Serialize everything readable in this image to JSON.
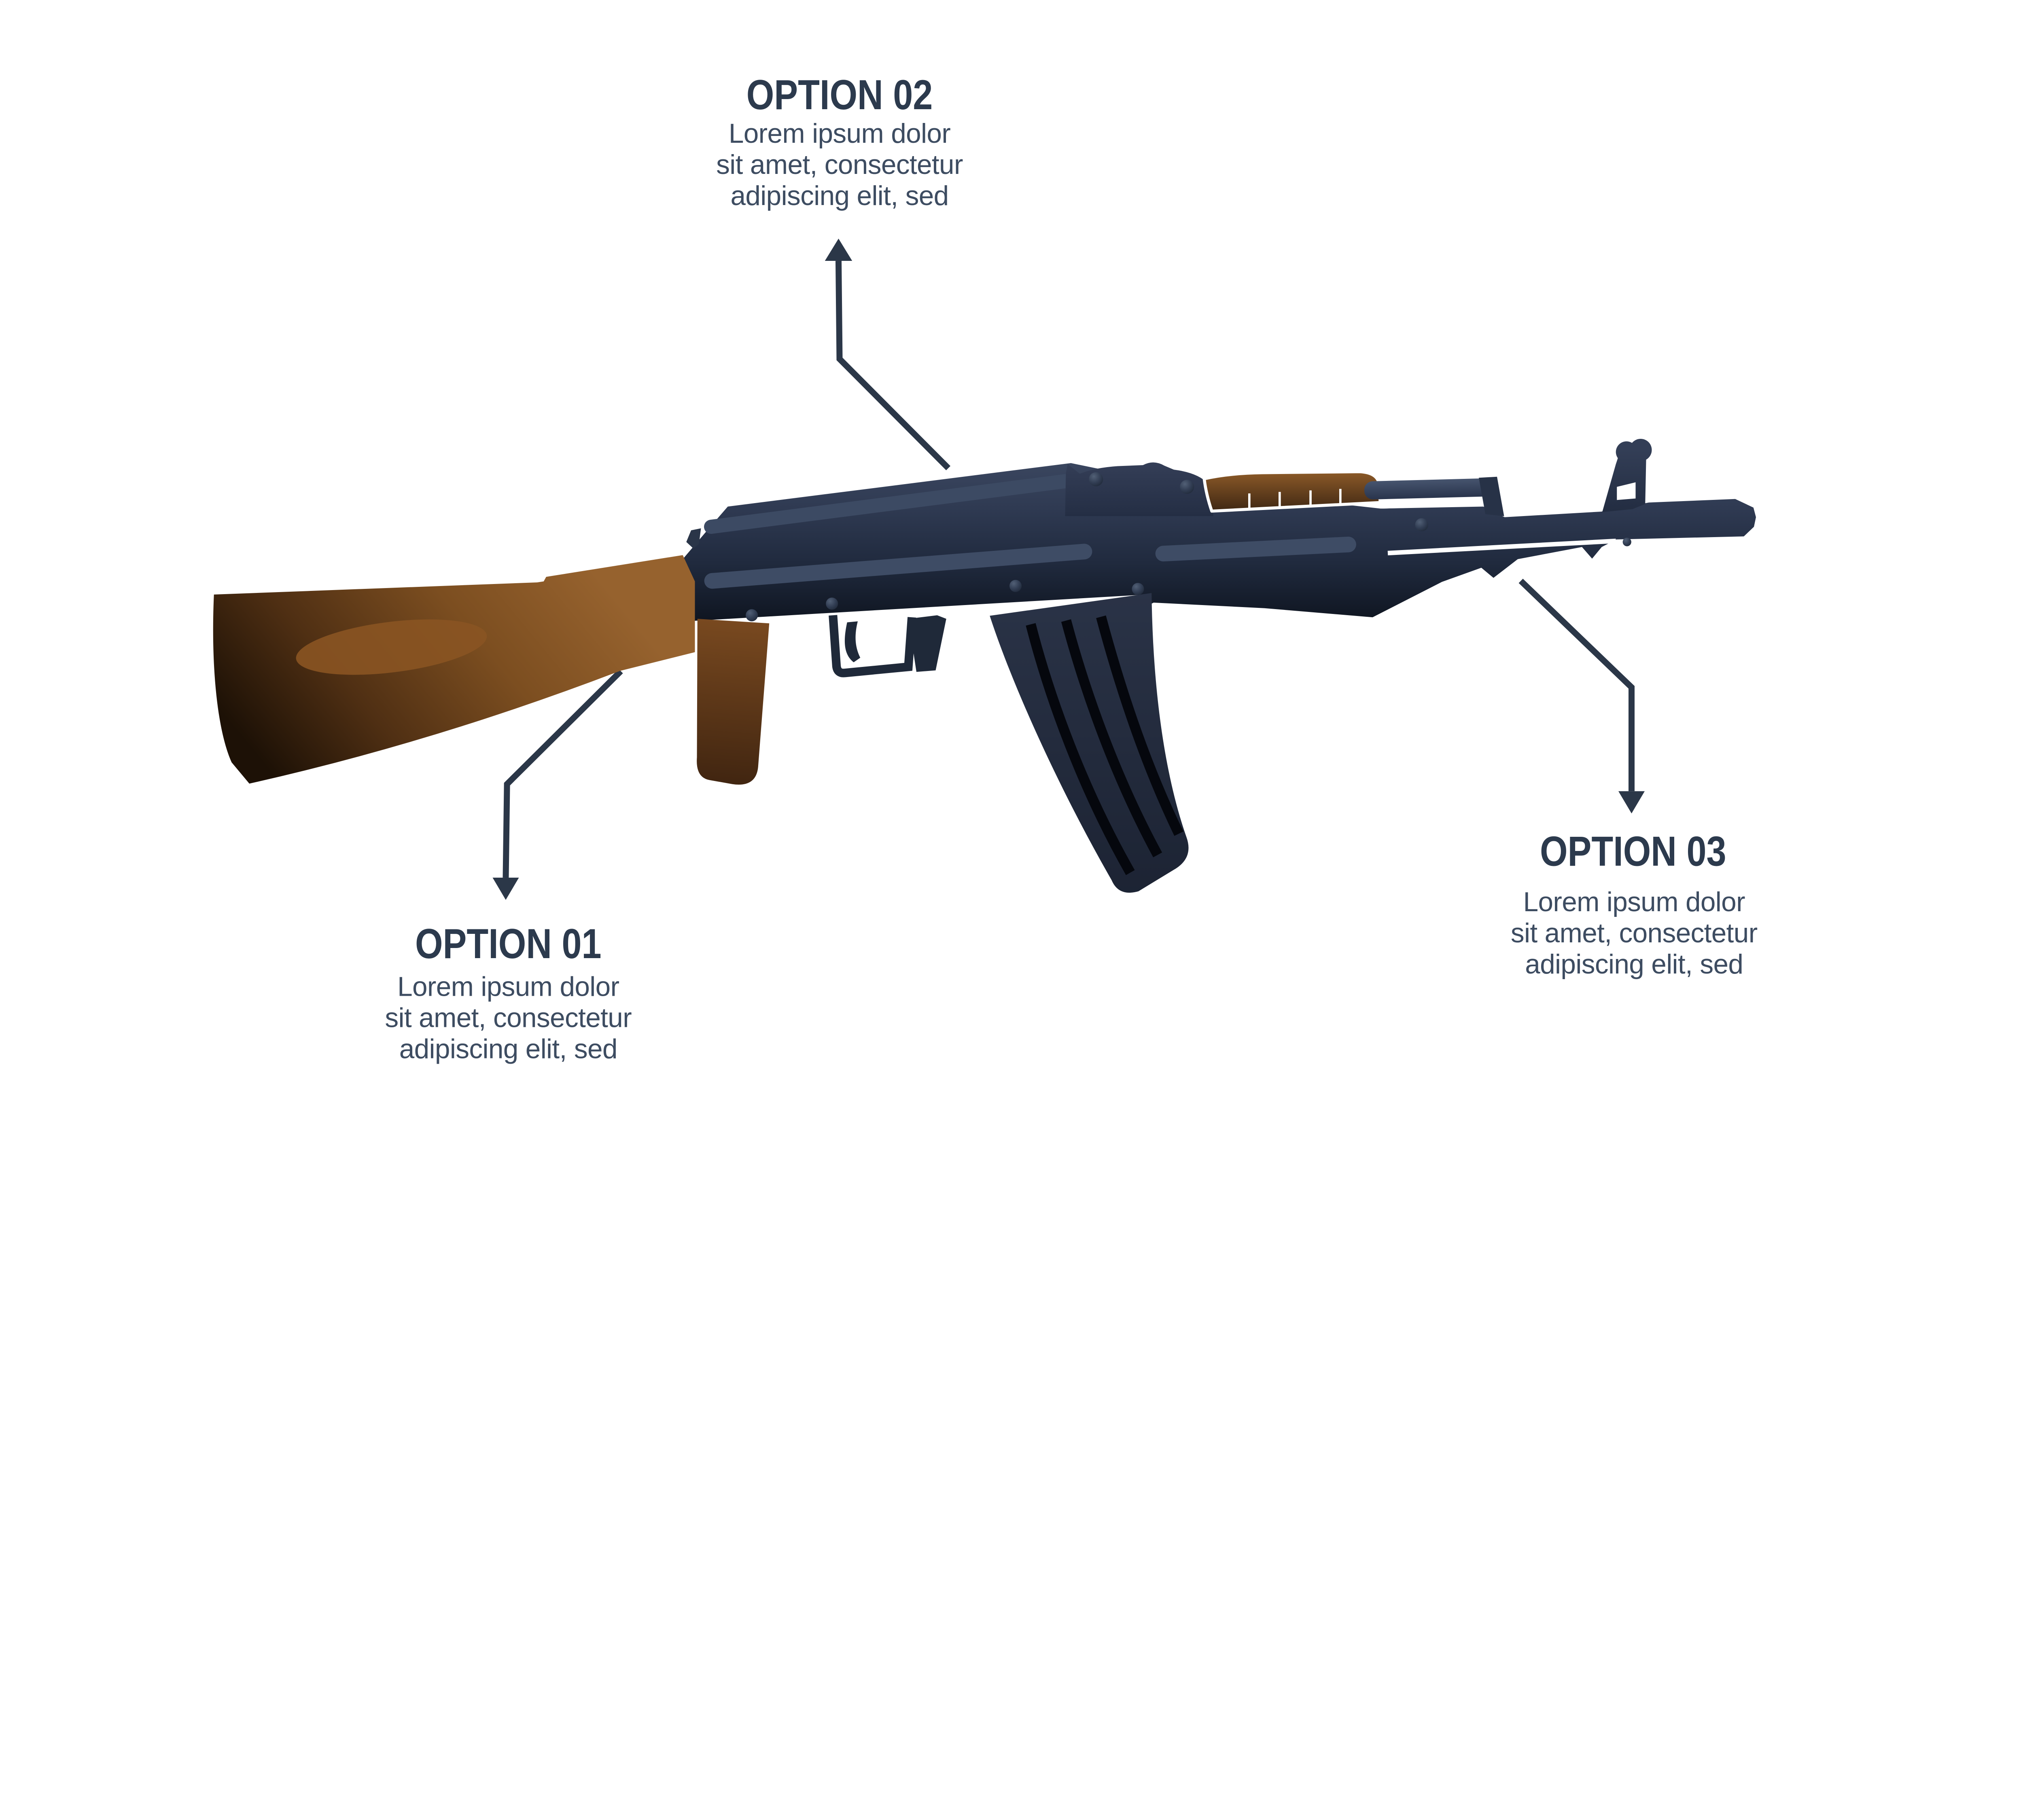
{
  "infographic": {
    "type": "labeled-illustration",
    "subject": "ak-47-rifle-vector",
    "background": "#ffffff",
    "options": [
      {
        "id": "01",
        "title": "OPTION 01",
        "lines": [
          "Lorem ipsum dolor",
          "sit amet, consectetur",
          "adipiscing elit, sed"
        ],
        "arrow_points_to": "buttstock-underside",
        "arrow_direction": "down"
      },
      {
        "id": "02",
        "title": "OPTION 02",
        "lines": [
          "Lorem ipsum dolor",
          "sit amet, consectetur",
          "adipiscing elit, sed"
        ],
        "arrow_points_to": "receiver-top",
        "arrow_direction": "up"
      },
      {
        "id": "03",
        "title": "OPTION 03",
        "lines": [
          "Lorem ipsum dolor",
          "sit amet, consectetur",
          "adipiscing elit, sed"
        ],
        "arrow_points_to": "barrel-underside",
        "arrow_direction": "down"
      }
    ],
    "rifle_parts": [
      "buttstock",
      "receiver",
      "dust-cover-ridge",
      "charging-handle",
      "pistol-grip",
      "trigger-guard",
      "trigger",
      "magazine",
      "rear-sight-block",
      "rear-sight-leaf",
      "gas-tube",
      "front-sight-post",
      "muzzle-block",
      "cleaning-rod"
    ],
    "colors": {
      "title_text": "#2c3a4d",
      "body_text": "#3d4c61",
      "arrow": "#2b3748",
      "metal_top": "#3a465f",
      "metal_mid": "#2c3850",
      "metal_dark": "#0e141f",
      "metal_ridge": "#3e4c65",
      "wood_light": "#96622e",
      "wood_dark": "#1d1106",
      "wood_patch": "#8a5422",
      "grip_brown": "#7a4a20",
      "magazine": "#2a3347",
      "magazine_rib": "#05070d",
      "leaf_top": "#8c5a28",
      "leaf_bottom": "#3f2713",
      "tick_white": "#ffffff"
    }
  }
}
